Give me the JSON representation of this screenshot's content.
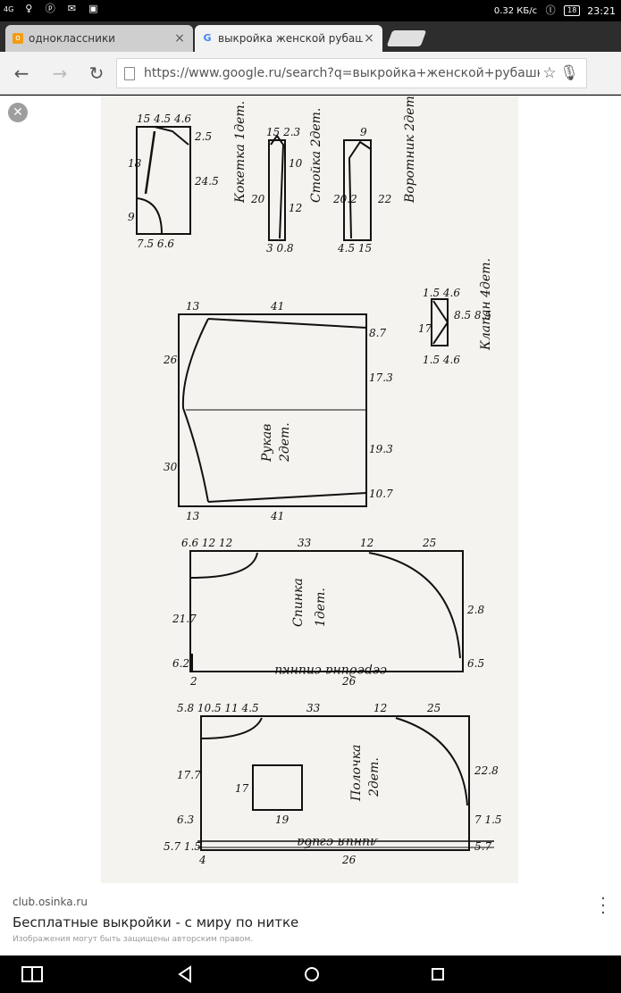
{
  "status_bar": {
    "network": "4G",
    "speed": "0.32 КБ/с",
    "battery": "18",
    "time": "23:21"
  },
  "tabs": [
    {
      "label": "одноклассники",
      "favicon": "odnoklassniki-icon",
      "color": "#f39c12"
    },
    {
      "label": "выкройка женской рубашки",
      "favicon": "google-icon",
      "color": "#4285f4"
    }
  ],
  "toolbar": {
    "url": "https://www.google.ru/search?q=выкройка+женской+рубашки+му"
  },
  "image_labels": {
    "yoke": "Кокетка 1дет.",
    "stand": "Стойка 2дет.",
    "collar": "Воротник 2дет.",
    "sleeve_a": "Рукав",
    "sleeve_b": "2дет.",
    "flap": "Клапан 4дет.",
    "back_a": "Спинка",
    "back_b": "1дет.",
    "back_center": "середина спинки",
    "front_a": "Полочка",
    "front_b": "2дет.",
    "fold_line": "линия сгиба"
  },
  "result": {
    "source": "club.osinka.ru",
    "title": "Бесплатные выкройки - с миру по нитке",
    "note": "Изображения могут быть защищены авторским правом."
  }
}
